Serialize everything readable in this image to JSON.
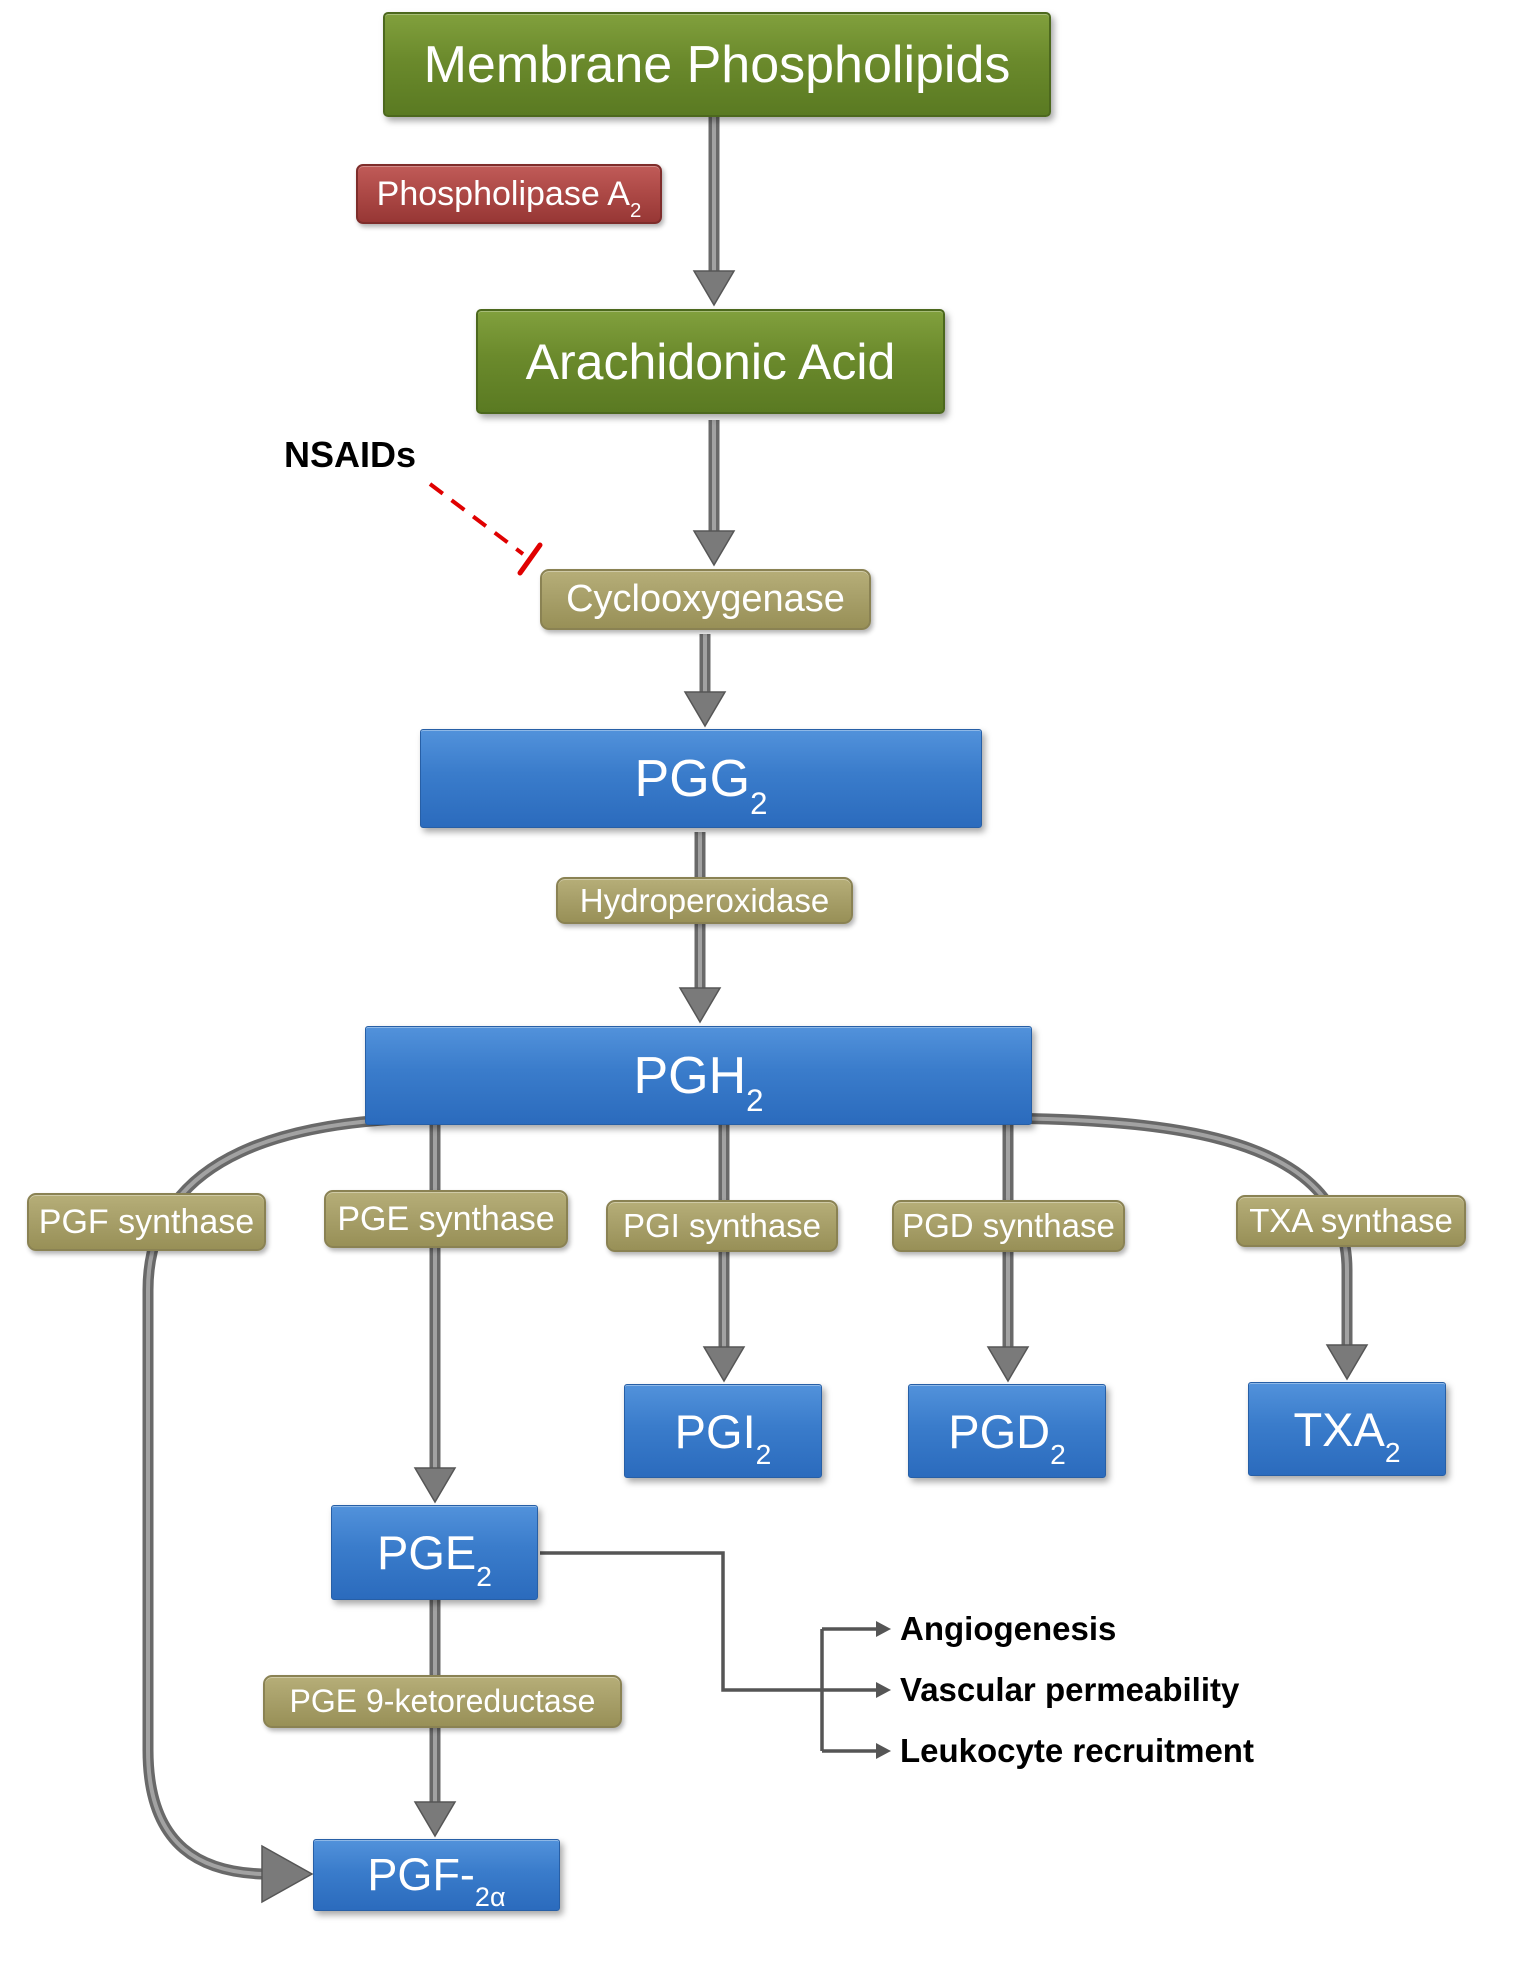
{
  "nodes": {
    "membrane_phospholipids": {
      "label": "Membrane Phospholipids"
    },
    "phospholipase_a2": {
      "main": "Phospholipase A",
      "sub": "2"
    },
    "arachidonic_acid": {
      "label": "Arachidonic Acid"
    },
    "nsaids": {
      "label": "NSAIDs"
    },
    "cyclooxygenase": {
      "label": "Cyclooxygenase"
    },
    "pgg2": {
      "main": "PGG",
      "sub": "2"
    },
    "hydroperoxidase": {
      "label": "Hydroperoxidase"
    },
    "pgh2": {
      "main": "PGH",
      "sub": "2"
    },
    "pgf_synthase": {
      "label": "PGF synthase"
    },
    "pge_synthase": {
      "label": "PGE synthase"
    },
    "pgi_synthase": {
      "label": "PGI synthase"
    },
    "pgd_synthase": {
      "label": "PGD synthase"
    },
    "txa_synthase": {
      "label": "TXA synthase"
    },
    "pgi2": {
      "main": "PGI",
      "sub": "2"
    },
    "pgd2": {
      "main": "PGD",
      "sub": "2"
    },
    "txa2": {
      "main": "TXA",
      "sub": "2"
    },
    "pge2": {
      "main": "PGE",
      "sub": "2"
    },
    "pge_9_ketoreductase": {
      "label": "PGE 9-ketoreductase"
    },
    "pgf_2alpha": {
      "main": "PGF-",
      "sub": "2α"
    }
  },
  "outcomes": {
    "angiogenesis": "Angiogenesis",
    "vascular_permeability": "Vascular permeability",
    "leukocyte_recruitment": "Leukocyte recruitment"
  },
  "colors": {
    "substrate_green": "#6b8a2c",
    "inhibitor_red_box": "#ae4a47",
    "enzyme_khaki": "#a8a06a",
    "product_blue": "#3a7ccb",
    "arrow_gray": "#6d6d6d",
    "inhibition_line_red": "#e00000",
    "text_black": "#000000"
  }
}
